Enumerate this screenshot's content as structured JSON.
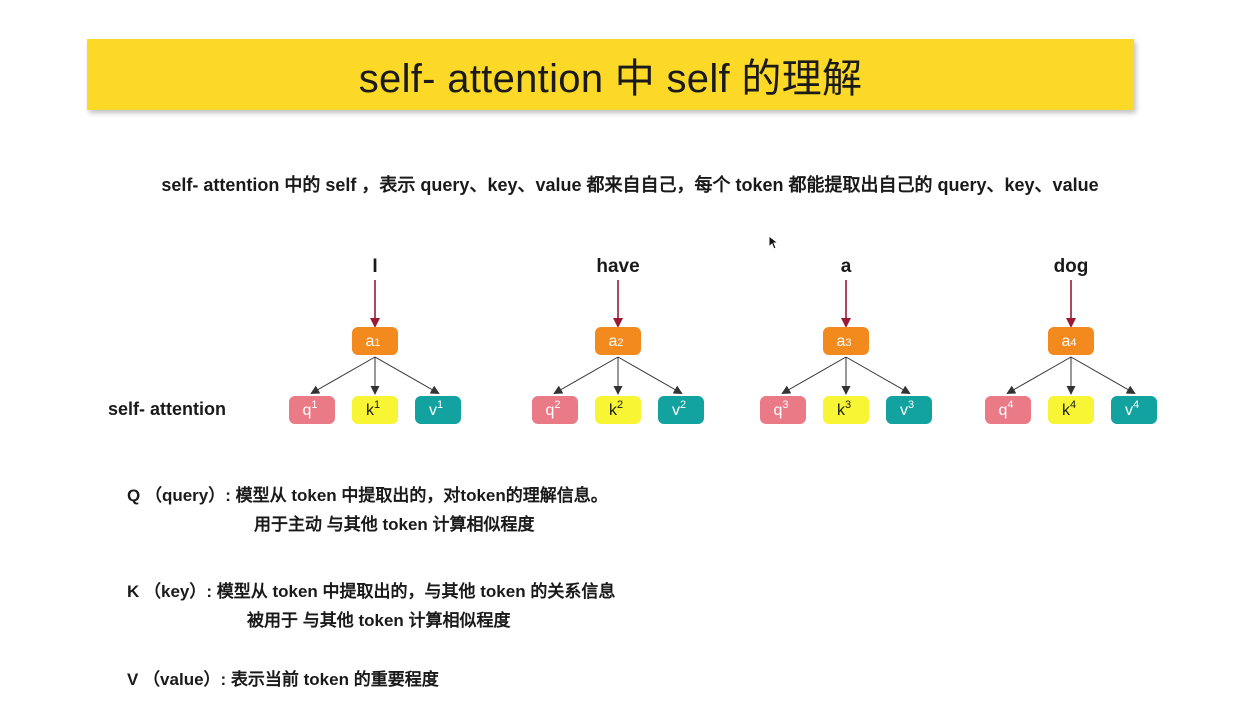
{
  "title": "self- attention 中 self 的理解",
  "subtitle": "self- attention 中的 self ，表示 query、key、value 都来自自己，每个 token 都能提取出自己的 query、key、value",
  "diagram": {
    "row_label": "self- attention",
    "tokens": [
      {
        "word": "I",
        "a": "a",
        "idx": "1"
      },
      {
        "word": "have",
        "a": "a",
        "idx": "2"
      },
      {
        "word": "a",
        "a": "a",
        "idx": "3"
      },
      {
        "word": "dog",
        "a": "a",
        "idx": "4"
      }
    ],
    "qkv_letters": [
      "q",
      "k",
      "v"
    ],
    "colors": {
      "banner": "#fcd926",
      "a_node": "#f28a1e",
      "q_node": "#ea7a86",
      "k_node": "#f8f534",
      "v_node": "#12a2a0",
      "arrow_in": "#9a1a36",
      "arrow_out": "#333333"
    }
  },
  "definitions": {
    "q_line1": "Q （query）: 模型从 token 中提取出的，对token的理解信息。",
    "q_line2": "用于主动 与其他 token 计算相似程度",
    "k_line1": "K （key）: 模型从 token 中提取出的，与其他 token 的关系信息",
    "k_line2": "被用于 与其他 token 计算相似程度",
    "v_line1": "V （value）: 表示当前 token 的重要程度"
  }
}
